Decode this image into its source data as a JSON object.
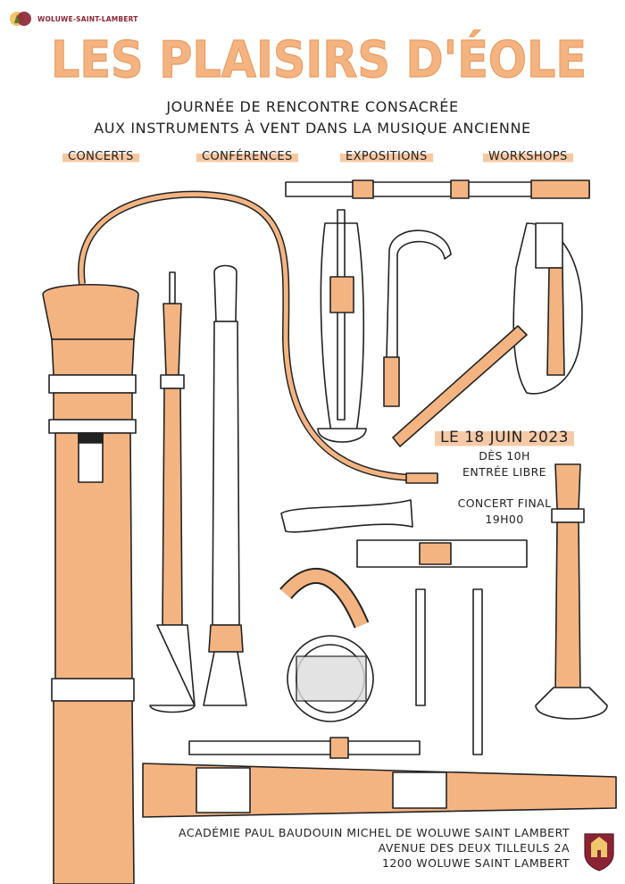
{
  "header": {
    "organization": "WOLUWE-SAINT-LAMBERT",
    "logo_icon": "woluwe-emblem-icon"
  },
  "title": "LES PLAISIRS D'ÉOLE",
  "subtitle": {
    "line1": "JOURNÉE DE RENCONTRE CONSACRÉE",
    "line2": "AUX INSTRUMENTS À VENT DANS LA MUSIQUE ANCIENNE"
  },
  "activities": [
    "CONCERTS",
    "CONFÉRENCES",
    "EXPOSITIONS",
    "WORKSHOPS"
  ],
  "event": {
    "date": "LE 18 JUIN 2023",
    "time": "DÈS 10H",
    "admission": "ENTRÉE LIBRE",
    "final_label": "CONCERT FINAL",
    "final_time": "19H00"
  },
  "venue": {
    "line1": "ACADÉMIE PAUL BAUDOUIN MICHEL DE WOLUWE SAINT LAMBERT",
    "line2": "AVENUE DES DEUX TILLEULS 2A",
    "line3": "1200 WOLUWE SAINT LAMBERT"
  },
  "colors": {
    "accent": "#f4b482",
    "ink": "#222222",
    "brand": "#8a2434"
  },
  "icons": [
    "woluwe-emblem-icon",
    "academy-crest-icon"
  ]
}
